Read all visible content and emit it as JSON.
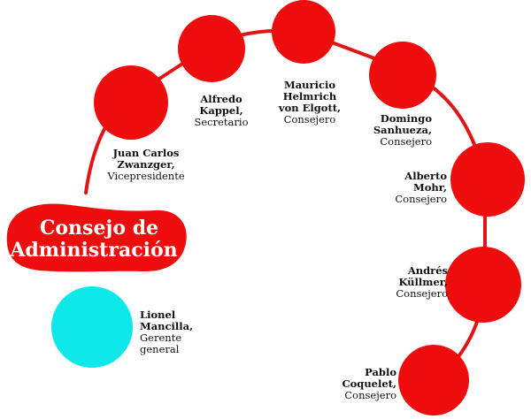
{
  "title": {
    "line1": "Consejo de",
    "line2": "Administración"
  },
  "colors": {
    "board": "#ee0d0d",
    "manager": "#0fe8e8",
    "connector": "#e01616"
  },
  "members": [
    {
      "name1": "Juan Carlos",
      "name2": "Zwanzger,",
      "name3": "",
      "role": "Vicepresidente"
    },
    {
      "name1": "Alfredo",
      "name2": "Kappel,",
      "name3": "",
      "role": "Secretario"
    },
    {
      "name1": "Mauricio",
      "name2": "Helmrich",
      "name3": "von Elgott,",
      "role": "Consejero"
    },
    {
      "name1": "Domingo",
      "name2": "Sanhueza,",
      "name3": "",
      "role": "Consejero"
    },
    {
      "name1": "Alberto",
      "name2": "Mohr,",
      "name3": "",
      "role": "Consejero"
    },
    {
      "name1": "Andrés",
      "name2": "Küllmer,",
      "name3": "",
      "role": "Consejero"
    },
    {
      "name1": "Pablo",
      "name2": "Coquelet,",
      "name3": "",
      "role": "Consejero"
    }
  ],
  "manager": {
    "name1": "Lionel",
    "name2": "Mancilla,",
    "role1": "Gerente",
    "role2": "general"
  }
}
